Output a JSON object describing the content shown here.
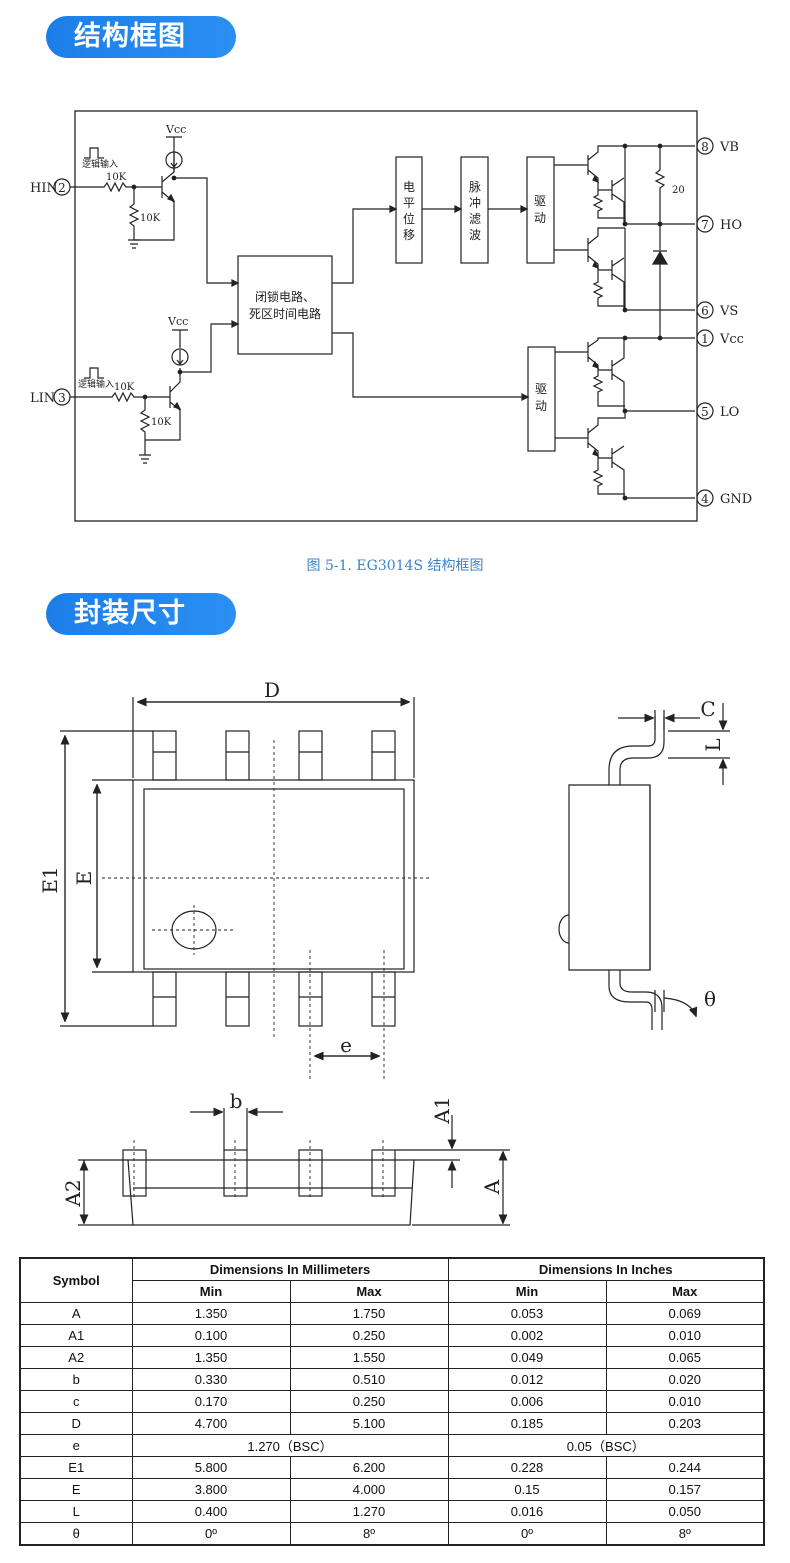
{
  "headings": {
    "block_diagram": "结构框图",
    "package": "封装尺寸"
  },
  "figure_caption": "图 5-1. EG3014S 结构框图",
  "block_diagram": {
    "pins": {
      "hin": "HIN",
      "hin_num": "2",
      "lin": "LIN",
      "lin_num": "3",
      "vb": "VB",
      "vb_num": "8",
      "ho": "HO",
      "ho_num": "7",
      "vs": "VS",
      "vs_num": "6",
      "vcc": "Vcc",
      "vcc_num": "1",
      "lo": "LO",
      "lo_num": "5",
      "gnd": "GND",
      "gnd_num": "4"
    },
    "labels": {
      "vcc_top": "Vcc",
      "vcc_mid": "Vcc",
      "logic_input": "逻辑输入",
      "r10k": "10K",
      "r20": "20",
      "latch_line1": "闭锁电路、",
      "latch_line2": "死区时间电路",
      "level_shift": [
        "电",
        "平",
        "位",
        "移"
      ],
      "pulse_filter": [
        "脉",
        "冲",
        "滤",
        "波"
      ],
      "drive": [
        "驱",
        "动"
      ]
    }
  },
  "package": {
    "labels": {
      "D": "D",
      "E1": "E1",
      "E": "E",
      "e": "e",
      "C": "C",
      "L": "L",
      "theta": "θ",
      "b": "b",
      "A1": "A1",
      "A2": "A2",
      "A": "A"
    }
  },
  "dimension_table": {
    "header_symbol": "Symbol",
    "header_mm": "Dimensions In Millimeters",
    "header_in": "Dimensions In Inches",
    "sub_min": "Min",
    "sub_max": "Max",
    "rows": [
      {
        "symbol": "A",
        "mm_min": "1.350",
        "mm_max": "1.750",
        "in_min": "0.053",
        "in_max": "0.069"
      },
      {
        "symbol": "A1",
        "mm_min": "0.100",
        "mm_max": "0.250",
        "in_min": "0.002",
        "in_max": "0.010"
      },
      {
        "symbol": "A2",
        "mm_min": "1.350",
        "mm_max": "1.550",
        "in_min": "0.049",
        "in_max": "0.065"
      },
      {
        "symbol": "b",
        "mm_min": "0.330",
        "mm_max": "0.510",
        "in_min": "0.012",
        "in_max": "0.020"
      },
      {
        "symbol": "c",
        "mm_min": "0.170",
        "mm_max": "0.250",
        "in_min": "0.006",
        "in_max": "0.010"
      },
      {
        "symbol": "D",
        "mm_min": "4.700",
        "mm_max": "5.100",
        "in_min": "0.185",
        "in_max": "0.203"
      },
      {
        "symbol": "e",
        "mm_bsc": "1.270（BSC）",
        "in_bsc": "0.05（BSC）"
      },
      {
        "symbol": "E1",
        "mm_min": "5.800",
        "mm_max": "6.200",
        "in_min": "0.228",
        "in_max": "0.244"
      },
      {
        "symbol": "E",
        "mm_min": "3.800",
        "mm_max": "4.000",
        "in_min": "0.15",
        "in_max": "0.157"
      },
      {
        "symbol": "L",
        "mm_min": "0.400",
        "mm_max": "1.270",
        "in_min": "0.016",
        "in_max": "0.050"
      },
      {
        "symbol": "θ",
        "mm_min": "0º",
        "mm_max": "8º",
        "in_min": "0º",
        "in_max": "8º"
      }
    ]
  },
  "colors": {
    "heading_blue": "#1d7ee8",
    "caption_blue": "#3d84c8",
    "line": "#222222"
  }
}
